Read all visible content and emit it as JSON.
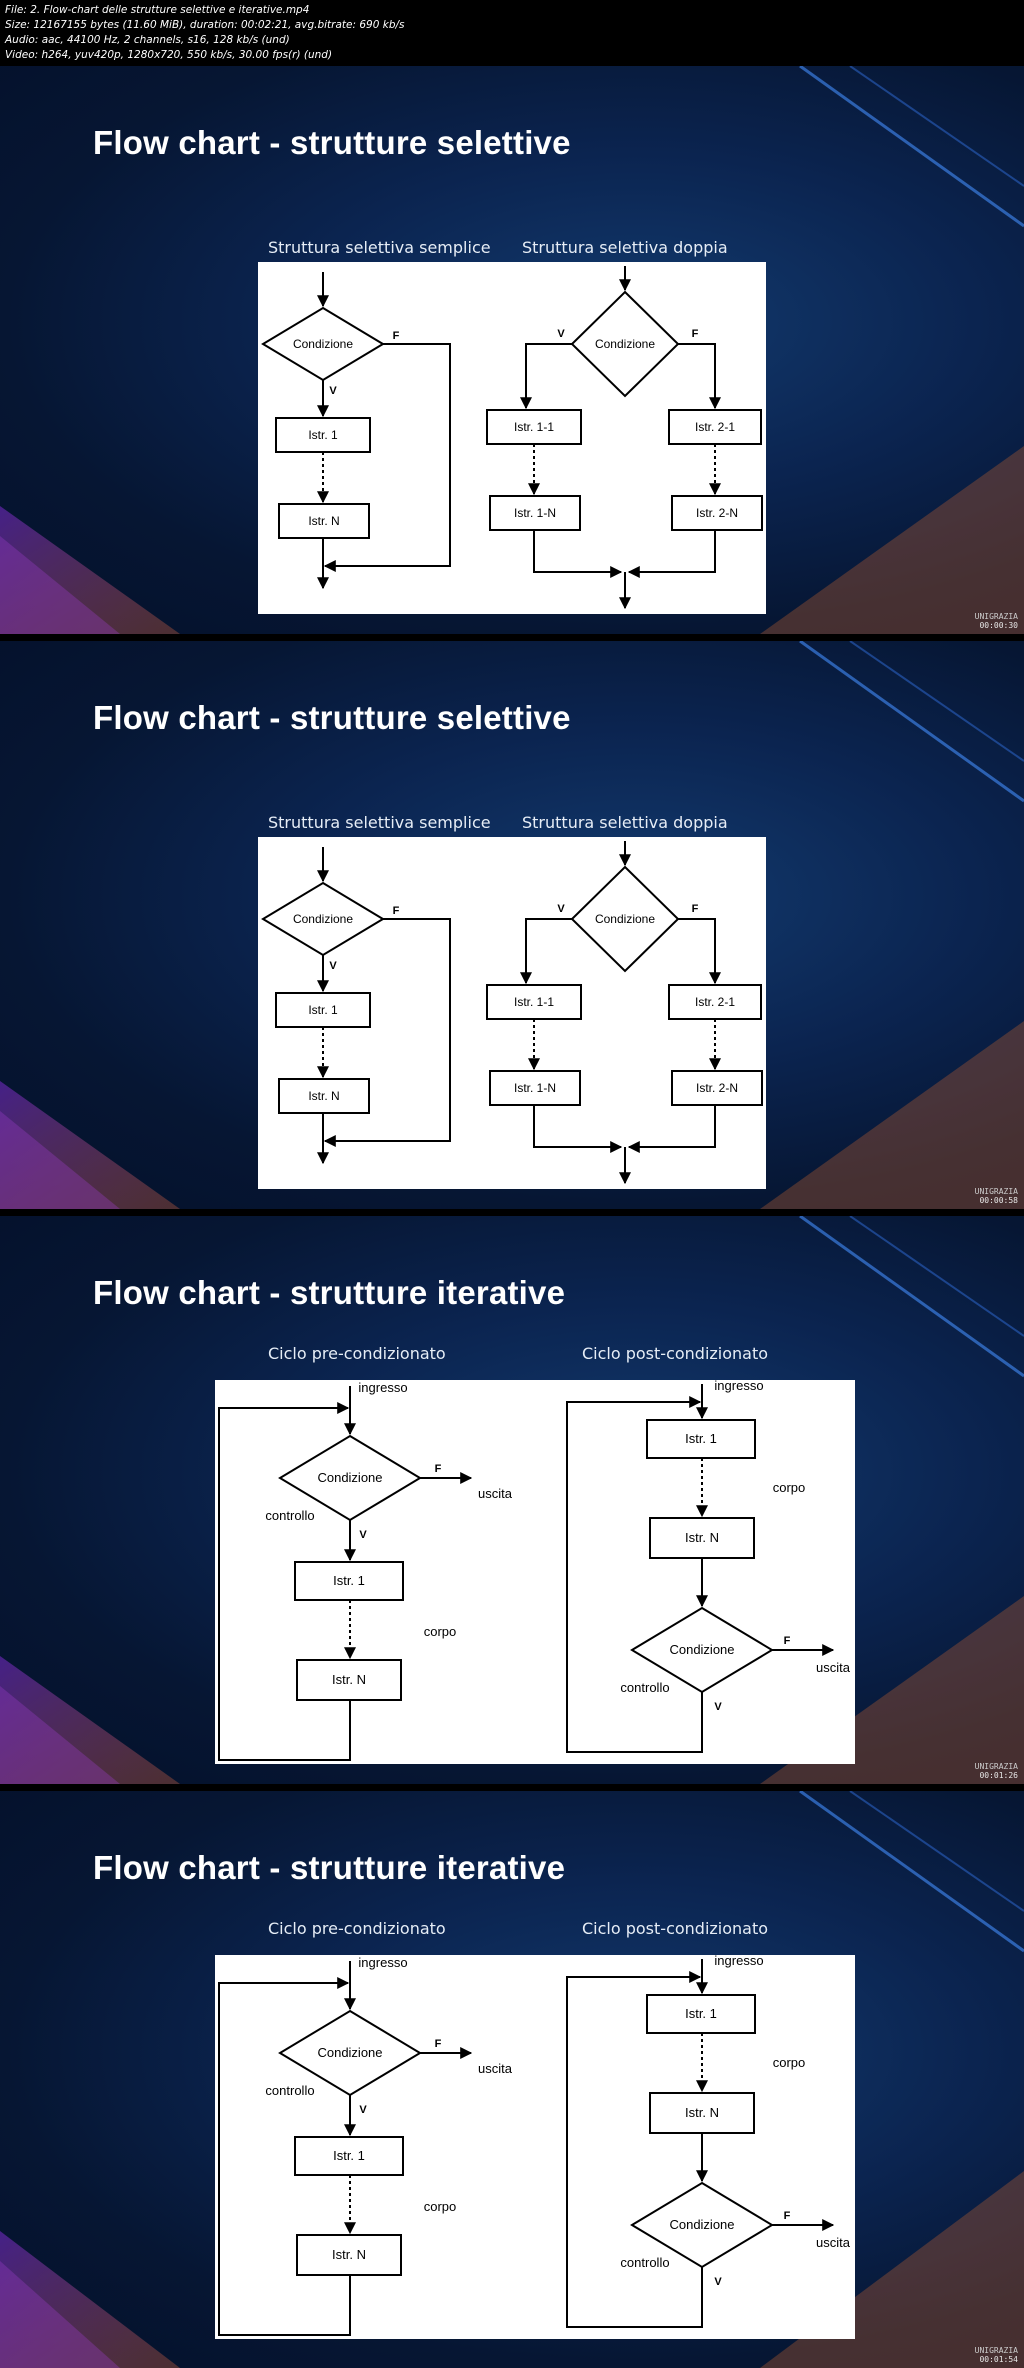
{
  "file_info": {
    "line1": "File: 2. Flow-chart delle strutture selettive e iterative.mp4",
    "line2": "Size: 12167155 bytes (11.60 MiB), duration: 00:02:21, avg.bitrate: 690 kb/s",
    "line3": "Audio: aac, 44100 Hz, 2 channels, s16, 128 kb/s (und)",
    "line4": "Video: h264, yuv420p, 1280x720, 550 kb/s, 30.00 fps(r) (und)"
  },
  "frames": [
    {
      "title": "Flow chart - strutture selettive",
      "timestamp": "00:00:30"
    },
    {
      "title": "Flow chart - strutture selettive",
      "timestamp": "00:00:58"
    },
    {
      "title": "Flow chart - strutture iterative",
      "timestamp": "00:01:26"
    },
    {
      "title": "Flow chart - strutture iterative",
      "timestamp": "00:01:54"
    }
  ],
  "selettive": {
    "sub_left": "Struttura selettiva semplice",
    "sub_right": "Struttura selettiva doppia",
    "condizione": "Condizione",
    "v": "V",
    "f": "F",
    "istr1": "Istr. 1",
    "istrN": "Istr. N",
    "istr11": "Istr. 1-1",
    "istr1N": "Istr. 1-N",
    "istr21": "Istr. 2-1",
    "istr2N": "Istr. 2-N"
  },
  "iterative": {
    "sub_left": "Ciclo pre-condizionato",
    "sub_right": "Ciclo post-condizionato",
    "ingresso": "ingresso",
    "condizione": "Condizione",
    "uscita": "uscita",
    "controllo": "controllo",
    "corpo": "corpo",
    "v": "V",
    "f": "F",
    "istr1": "Istr. 1",
    "istrN": "Istr. N"
  },
  "watermark_logo": "UNIGRAZIA"
}
